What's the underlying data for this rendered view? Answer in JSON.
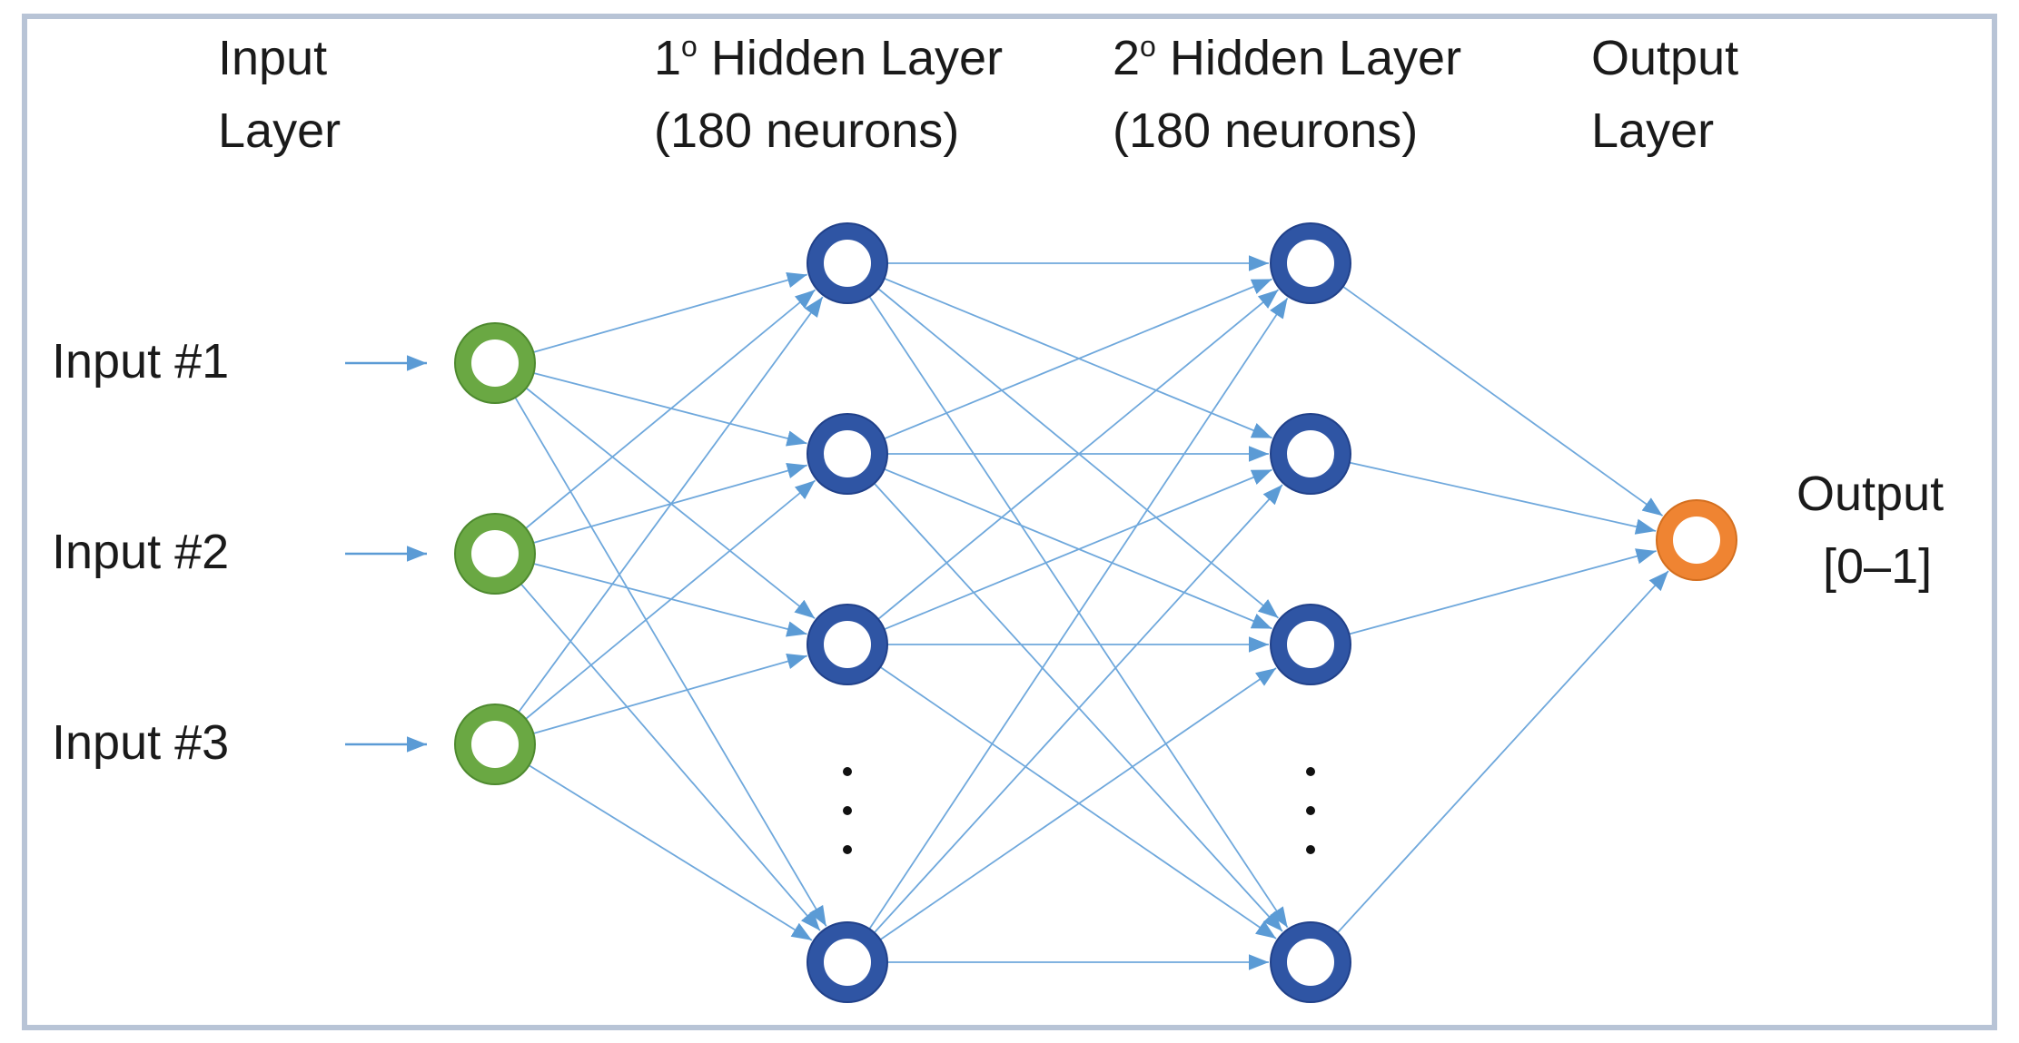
{
  "layers": {
    "input": {
      "title_line1": "Input",
      "title_line2": "Layer"
    },
    "hidden1": {
      "title_ordinal": "1",
      "title_sup": "o",
      "title_rest": " Hidden Layer",
      "title_line2": "(180 neurons)"
    },
    "hidden2": {
      "title_ordinal": "2",
      "title_sup": "o",
      "title_rest": " Hidden Layer",
      "title_line2": "(180 neurons)"
    },
    "output": {
      "title_line1": "Output",
      "title_line2": "Layer"
    }
  },
  "inputs": [
    {
      "label": "Input #1"
    },
    {
      "label": "Input #2"
    },
    {
      "label": "Input #3"
    }
  ],
  "output_label": {
    "line1": "Output",
    "line2": "[0–1]"
  },
  "ellipsis": "⋮",
  "colors": {
    "input_node": "#6aa843",
    "input_node_stroke": "#4e8a2f",
    "hidden_node": "#2f55a4",
    "hidden_node_stroke": "#21418a",
    "output_node": "#ef8432",
    "output_node_stroke": "#d46f1f",
    "edge": "#6fa8dc",
    "arrowhead": "#5b9bd5",
    "frame": "#b8c4d6"
  }
}
